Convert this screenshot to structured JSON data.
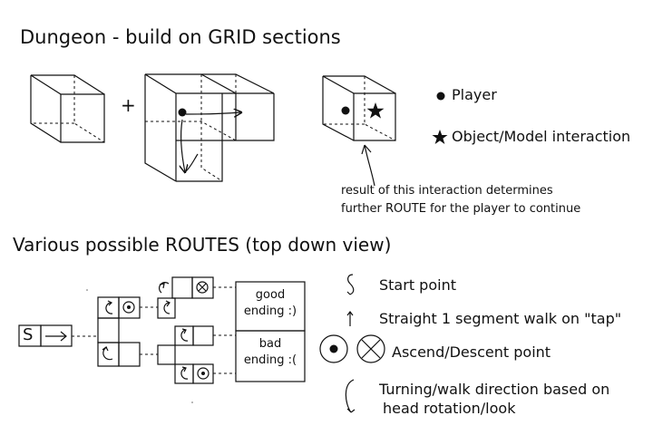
{
  "title": "Dungeon - build on GRID sections",
  "plus": "+",
  "legend": {
    "player": "Player",
    "object": "Object/Model interaction"
  },
  "note": {
    "line1": "result of this interaction determines",
    "line2": "further ROUTE for the player to continue"
  },
  "routes_title": "Various possible ROUTES (top down view)",
  "start_glyph": "S",
  "endings": {
    "good": [
      "good",
      "ending :)"
    ],
    "bad": [
      "bad",
      "ending :("
    ]
  },
  "key": {
    "start": "Start point",
    "straight": "Straight 1 segment walk on \"tap\"",
    "ascend": "Ascend/Descent point",
    "turn_line1": "Turning/walk direction based on",
    "turn_line2": "head rotation/look"
  }
}
